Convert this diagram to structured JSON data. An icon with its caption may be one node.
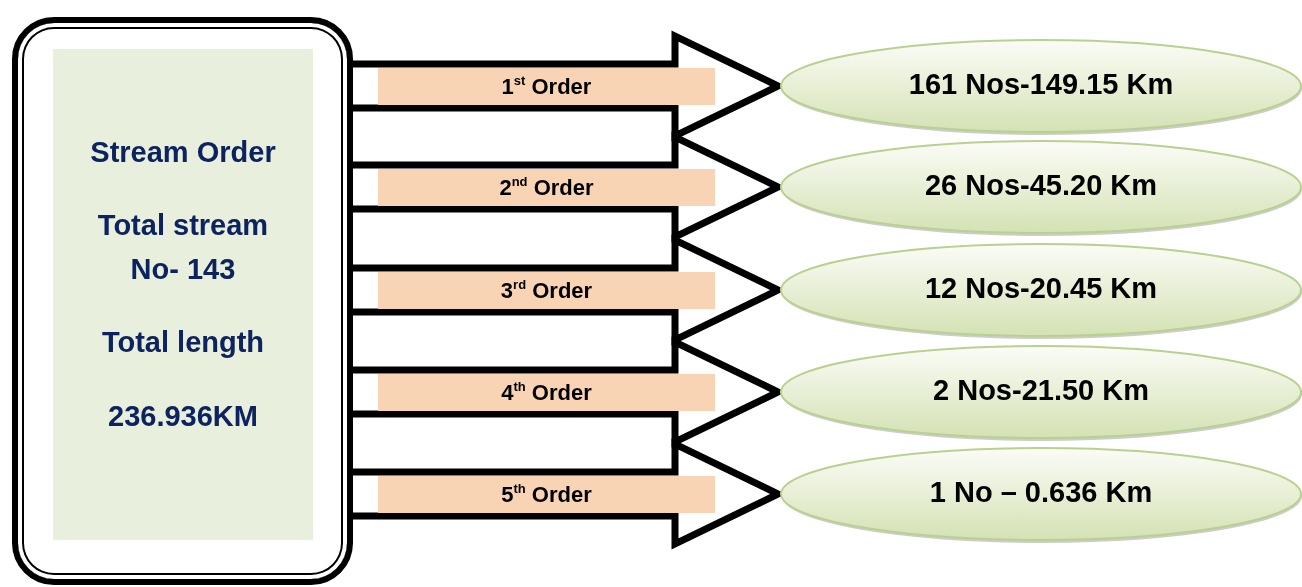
{
  "diagram": {
    "nodes": [
      {
        "text": [
          "Stream Order",
          "Total stream No- 143",
          "Total length",
          "236.936KM"
        ]
      },
      {
        "text": [
          "161 Nos-149.15 Km"
        ]
      },
      {
        "text": [
          "26 Nos-45.20 Km"
        ]
      },
      {
        "text": [
          "12 Nos-20.45 Km"
        ]
      },
      {
        "text": [
          "2 Nos-21.50 Km"
        ]
      },
      {
        "text": [
          "1 No – 0.636 Km"
        ]
      }
    ],
    "edges": [
      {
        "from": 0,
        "to": 1,
        "arrow": "to",
        "label": "1$^{st}$ Order"
      },
      {
        "from": 0,
        "to": 2,
        "arrow": "to",
        "label": "2$^{nd}$ Order"
      },
      {
        "from": 0,
        "to": 3,
        "arrow": "to",
        "label": "3$^{rd}$ Order"
      },
      {
        "from": 0,
        "to": 4,
        "arrow": "to",
        "label": "4$^{th}$ Order"
      },
      {
        "from": 0,
        "to": 5,
        "arrow": "to",
        "label": "5$^{th}$ Order"
      }
    ]
  }
}
